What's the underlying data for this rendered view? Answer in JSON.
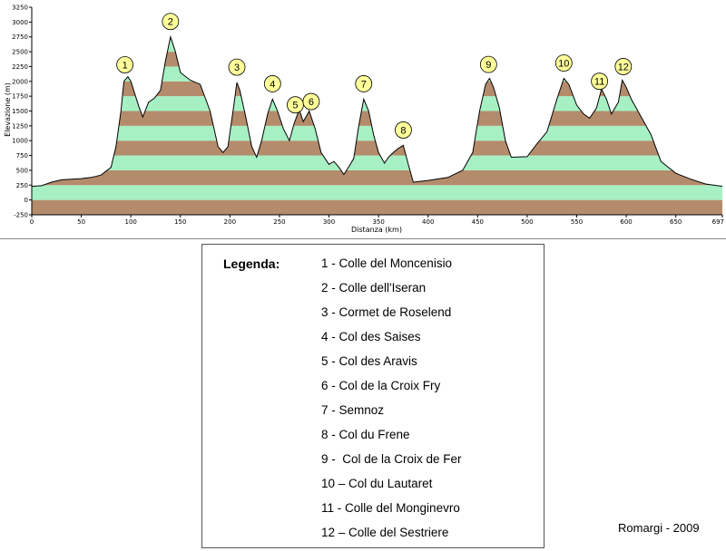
{
  "chart_data": {
    "type": "area",
    "xlabel": "Distanza  (km)",
    "ylabel": "Elevazione (m)",
    "xlim": [
      0,
      697
    ],
    "ylim": [
      -250,
      3250
    ],
    "x_ticks": [
      0,
      50,
      100,
      150,
      200,
      250,
      300,
      350,
      400,
      450,
      500,
      550,
      600,
      650,
      697
    ],
    "y_ticks": [
      -250,
      0,
      250,
      500,
      750,
      1000,
      1250,
      1500,
      1750,
      2000,
      2250,
      2500,
      2750,
      3000,
      3250
    ],
    "band_colors": [
      "#b48c6c",
      "#a6f0c4"
    ],
    "band_step": 250,
    "line_color": "#000000",
    "profile": [
      [
        0,
        230
      ],
      [
        10,
        240
      ],
      [
        20,
        300
      ],
      [
        30,
        340
      ],
      [
        50,
        360
      ],
      [
        60,
        380
      ],
      [
        70,
        420
      ],
      [
        80,
        550
      ],
      [
        85,
        900
      ],
      [
        90,
        1500
      ],
      [
        93,
        2000
      ],
      [
        97,
        2080
      ],
      [
        100,
        2000
      ],
      [
        108,
        1580
      ],
      [
        112,
        1400
      ],
      [
        118,
        1650
      ],
      [
        124,
        1720
      ],
      [
        130,
        1850
      ],
      [
        135,
        2350
      ],
      [
        140,
        2750
      ],
      [
        145,
        2500
      ],
      [
        150,
        2150
      ],
      [
        160,
        2020
      ],
      [
        170,
        1950
      ],
      [
        180,
        1500
      ],
      [
        188,
        900
      ],
      [
        193,
        800
      ],
      [
        198,
        900
      ],
      [
        204,
        1600
      ],
      [
        207,
        1980
      ],
      [
        210,
        1850
      ],
      [
        216,
        1400
      ],
      [
        222,
        900
      ],
      [
        227,
        720
      ],
      [
        232,
        1000
      ],
      [
        238,
        1450
      ],
      [
        243,
        1700
      ],
      [
        248,
        1500
      ],
      [
        254,
        1200
      ],
      [
        260,
        1000
      ],
      [
        265,
        1300
      ],
      [
        270,
        1520
      ],
      [
        274,
        1320
      ],
      [
        280,
        1500
      ],
      [
        286,
        1200
      ],
      [
        292,
        800
      ],
      [
        300,
        600
      ],
      [
        305,
        650
      ],
      [
        310,
        550
      ],
      [
        315,
        430
      ],
      [
        320,
        560
      ],
      [
        325,
        700
      ],
      [
        330,
        1250
      ],
      [
        335,
        1700
      ],
      [
        340,
        1500
      ],
      [
        345,
        1100
      ],
      [
        350,
        800
      ],
      [
        356,
        620
      ],
      [
        360,
        720
      ],
      [
        365,
        800
      ],
      [
        370,
        870
      ],
      [
        375,
        920
      ],
      [
        380,
        600
      ],
      [
        385,
        300
      ],
      [
        400,
        330
      ],
      [
        420,
        380
      ],
      [
        435,
        500
      ],
      [
        445,
        800
      ],
      [
        452,
        1500
      ],
      [
        458,
        1950
      ],
      [
        462,
        2050
      ],
      [
        466,
        1900
      ],
      [
        472,
        1550
      ],
      [
        478,
        1000
      ],
      [
        484,
        720
      ],
      [
        500,
        730
      ],
      [
        510,
        950
      ],
      [
        520,
        1150
      ],
      [
        530,
        1700
      ],
      [
        537,
        2050
      ],
      [
        542,
        1950
      ],
      [
        550,
        1600
      ],
      [
        557,
        1450
      ],
      [
        563,
        1380
      ],
      [
        570,
        1550
      ],
      [
        575,
        1870
      ],
      [
        580,
        1700
      ],
      [
        585,
        1450
      ],
      [
        592,
        1650
      ],
      [
        596,
        2020
      ],
      [
        600,
        1900
      ],
      [
        605,
        1700
      ],
      [
        615,
        1400
      ],
      [
        625,
        1100
      ],
      [
        635,
        650
      ],
      [
        650,
        450
      ],
      [
        665,
        350
      ],
      [
        680,
        270
      ],
      [
        697,
        230
      ]
    ],
    "markers": [
      {
        "label": "1",
        "x": 94
      },
      {
        "label": "2",
        "x": 140
      },
      {
        "label": "3",
        "x": 207
      },
      {
        "label": "4",
        "x": 243
      },
      {
        "label": "5",
        "x": 266
      },
      {
        "label": "6",
        "x": 282
      },
      {
        "label": "7",
        "x": 335
      },
      {
        "label": "8",
        "x": 375
      },
      {
        "label": "9",
        "x": 461
      },
      {
        "label": "10",
        "x": 537
      },
      {
        "label": "11",
        "x": 573
      },
      {
        "label": "12",
        "x": 597
      }
    ],
    "marker_color": "#ffff99"
  },
  "legend": {
    "title": "Legenda:",
    "items": [
      "1 - Colle del Moncenisio",
      "2 - Colle dell'Iseran",
      "3 - Cormet de Roselend",
      "4 - Col des Saises",
      "5 - Col des Aravis",
      "6 - Col de la Croix Fry",
      "7 - Semnoz",
      "8 - Col du Frene",
      "9 -  Col de la Croix de Fer",
      "10 – Col du Lautaret",
      "11 - Colle del Monginevro",
      "12 – Colle del Sestriere"
    ]
  },
  "credit": "Romargi - 2009"
}
